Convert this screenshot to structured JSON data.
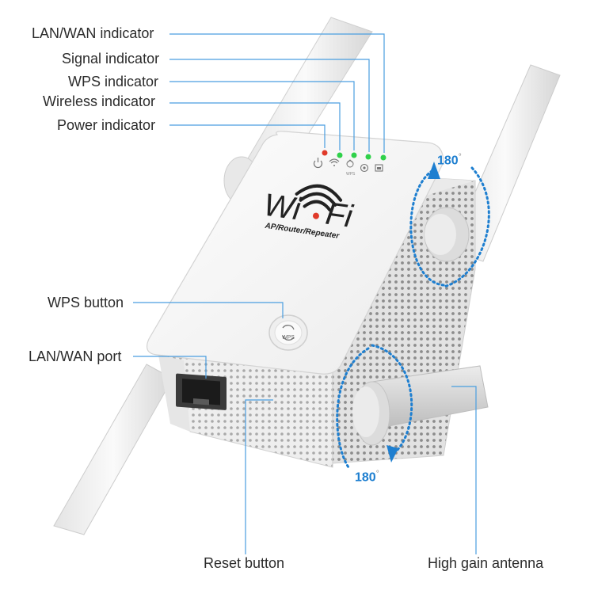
{
  "callouts": {
    "lan_wan_indicator": "LAN/WAN indicator",
    "signal_indicator": "Signal indicator",
    "wps_indicator": "WPS indicator",
    "wireless_indicator": "Wireless indicator",
    "power_indicator": "Power indicator",
    "wps_button": "WPS button",
    "lan_wan_port": "LAN/WAN port",
    "reset_button": "Reset button",
    "high_gain_antenna": "High gain antenna"
  },
  "device": {
    "logo_wi": "Wi",
    "logo_fi": "Fi",
    "logo_subtitle": "AP/Router/Repeater",
    "wps_button_text": "WPS",
    "wps_led_text": "WPS"
  },
  "rotation": {
    "top": "180",
    "bottom": "180",
    "unit": "°"
  },
  "colors": {
    "leader_line": "#4a9ee0",
    "rotation_arrow": "#1e7fd0",
    "power_led": "#e03a2a",
    "status_led": "#2fd14a",
    "body": "#f4f4f4"
  }
}
